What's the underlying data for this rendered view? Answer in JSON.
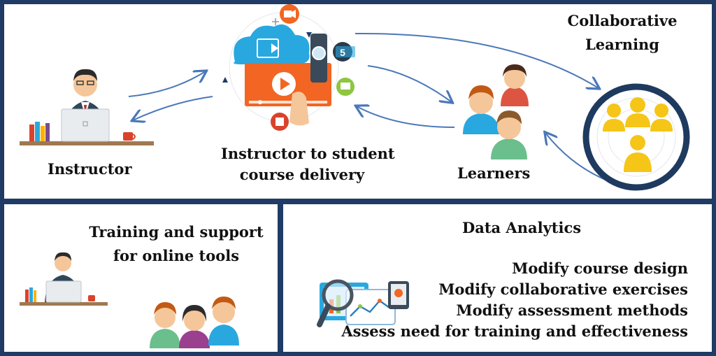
{
  "top": {
    "instructor_label": "Instructor",
    "delivery_label_1": "Instructor to student",
    "delivery_label_2": "course delivery",
    "learners_label": "Learners",
    "collab_label_1": "Collaborative",
    "collab_label_2": "Learning",
    "timer_digit": "5"
  },
  "bottom_left": {
    "title_1": "Training and support",
    "title_2": "for online tools"
  },
  "bottom_right": {
    "title": "Data Analytics",
    "items": [
      "Modify course design",
      "Modify collaborative exercises",
      "Modify assessment methods",
      "Assess need for training and effectiveness"
    ]
  },
  "colors": {
    "frame": "#1f3b66",
    "arrow": "#4a78b8",
    "accent_orange": "#f26522",
    "accent_blue": "#29a8e0",
    "collab_ring": "#1e3a5f",
    "collab_people": "#f5c518"
  },
  "icons": [
    "instructor-icon",
    "video-course-icon",
    "learners-icon",
    "collaborative-group-icon",
    "analytics-dashboard-icon",
    "magnifier-icon"
  ]
}
